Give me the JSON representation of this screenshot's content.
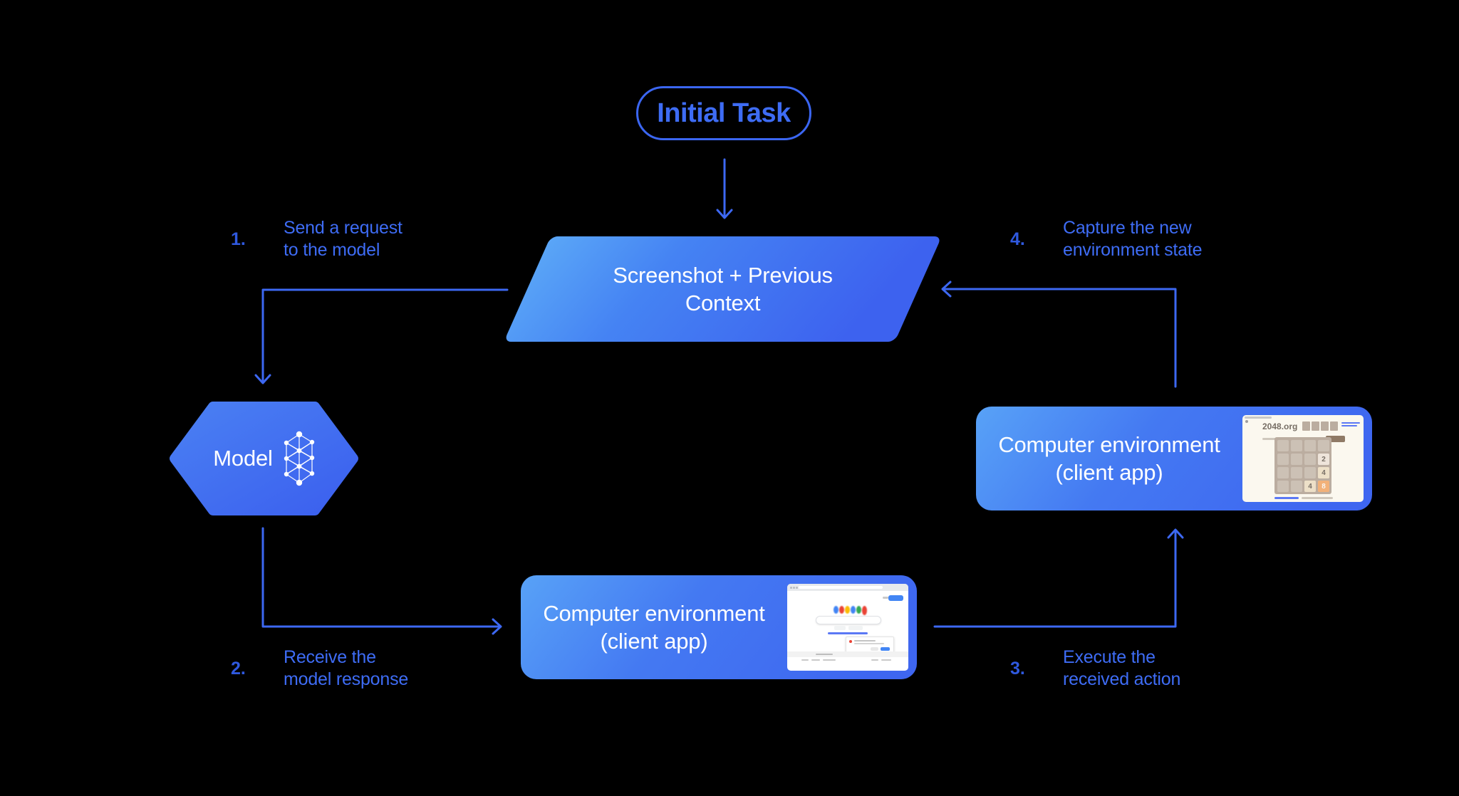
{
  "colors": {
    "background": "#000000",
    "accent_blue": "#3D6BF2",
    "node_gradient": [
      "#58A2F7",
      "#3E66F0"
    ],
    "node_text": "#FFFFFF",
    "tile_2_bg": "#EEE4DA",
    "tile_4_bg": "#EDE0C8",
    "tile_8_bg": "#F2B179",
    "game_board_bg": "#BBADA0"
  },
  "initial_task": {
    "label": "Initial Task"
  },
  "context_block": {
    "label": "Screenshot + Previous\nContext"
  },
  "model_block": {
    "label": "Model",
    "icon": "neural-network-icon"
  },
  "env_bottom": {
    "title": "Computer environment",
    "subtitle": "(client app)",
    "thumbnail": "google-search-page"
  },
  "env_right": {
    "title": "Computer environment",
    "subtitle": "(client app)",
    "thumbnail": "2048-game-page"
  },
  "steps": [
    {
      "num": "1.",
      "text": "Send a request\nto the model"
    },
    {
      "num": "2.",
      "text": "Receive the\nmodel response"
    },
    {
      "num": "3.",
      "text": "Execute the\nreceived action"
    },
    {
      "num": "4.",
      "text": "Capture the new\nenvironment state"
    }
  ],
  "thumbnails": {
    "game": {
      "site": "2048.org",
      "tiles": {
        "r2c4": "2",
        "r3c4": "4",
        "r4c3": "4",
        "r4c4": "8"
      }
    },
    "search": {
      "logo": "google-logo"
    }
  }
}
